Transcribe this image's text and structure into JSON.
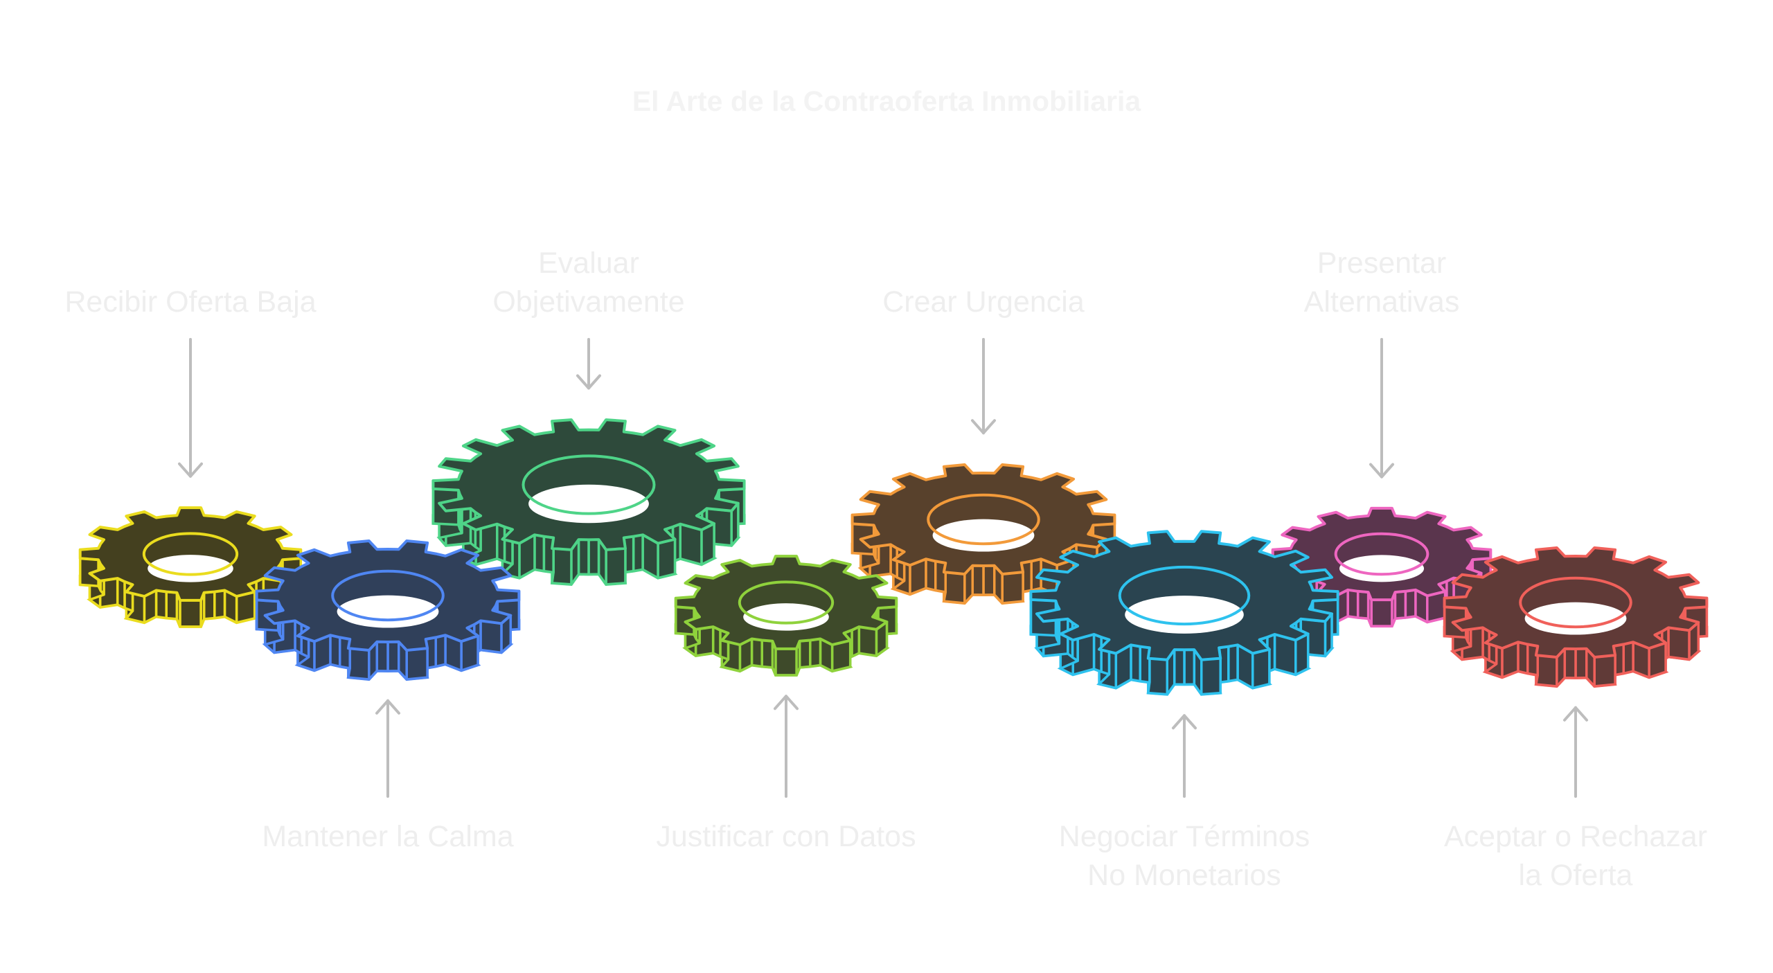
{
  "title": "El Arte de la Contraoferta Inmobiliaria",
  "steps": [
    {
      "label_lines": [
        "Recibir Oferta Baja"
      ],
      "color": "#eadc1e",
      "fill": "#44401f"
    },
    {
      "label_lines": [
        "Mantener la Calma"
      ],
      "color": "#4f86f2",
      "fill": "#30405a"
    },
    {
      "label_lines": [
        "Evaluar",
        "Objetivamente"
      ],
      "color": "#4ed488",
      "fill": "#2e4a3b"
    },
    {
      "label_lines": [
        "Justificar con Datos"
      ],
      "color": "#8fd23c",
      "fill": "#3e4a2a"
    },
    {
      "label_lines": [
        "Crear Urgencia"
      ],
      "color": "#f29a3a",
      "fill": "#58412c"
    },
    {
      "label_lines": [
        "Negociar Términos",
        "No Monetarios"
      ],
      "color": "#2ec2ee",
      "fill": "#2a4450"
    },
    {
      "label_lines": [
        "Presentar",
        "Alternativas"
      ],
      "color": "#ee66c0",
      "fill": "#5a354d"
    },
    {
      "label_lines": [
        "Aceptar o Rechazar",
        "la Oferta"
      ],
      "color": "#f0605a",
      "fill": "#603a37"
    }
  ]
}
